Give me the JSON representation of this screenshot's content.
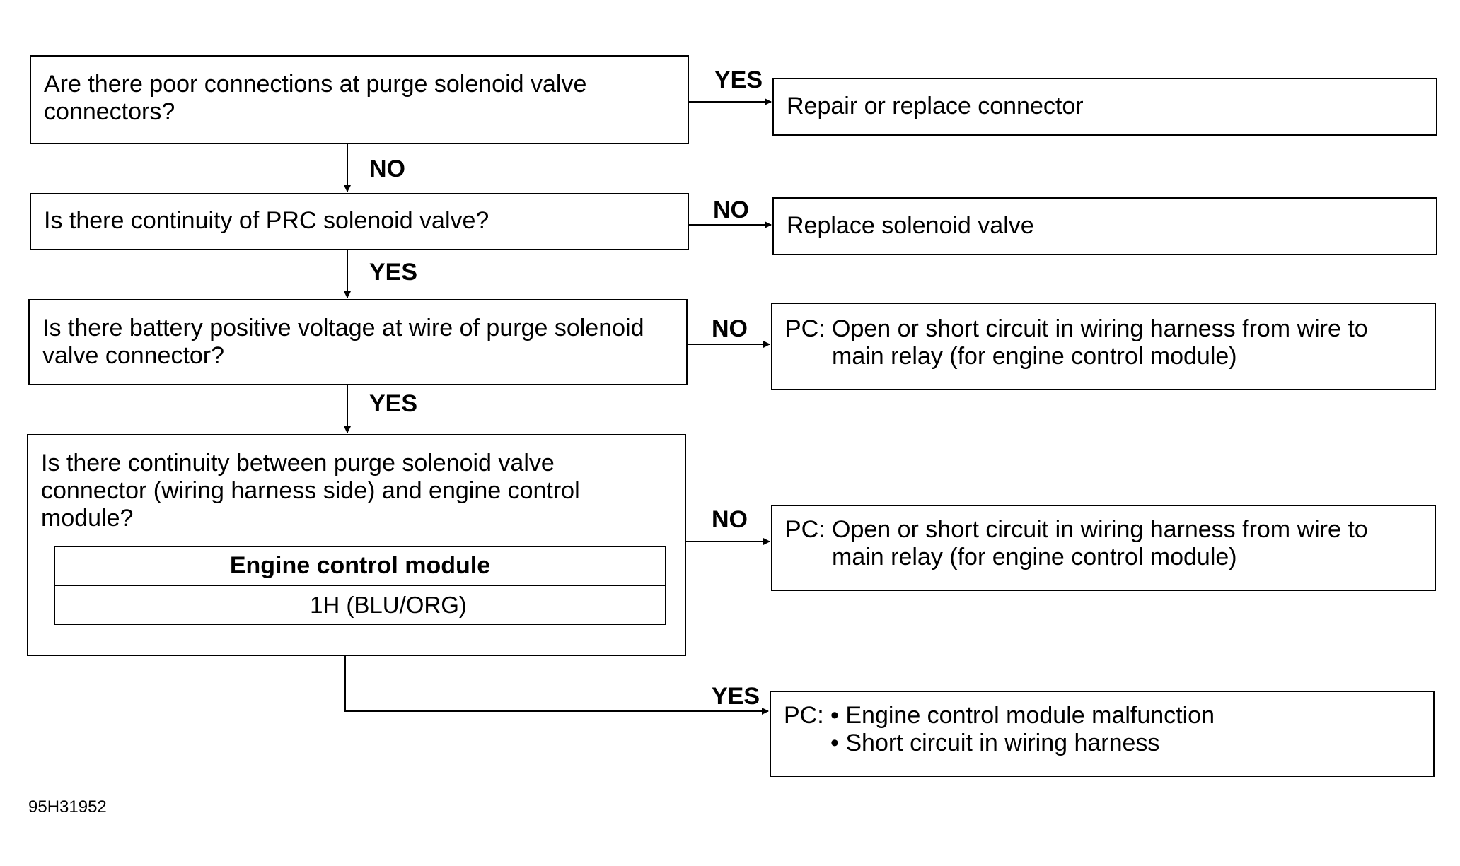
{
  "questions": {
    "q1": "Are there poor connections at purge solenoid valve\nconnectors?",
    "q2": "Is there continuity of PRC solenoid valve?",
    "q3": "Is there battery positive voltage at wire of purge solenoid\nvalve connector?",
    "q4": "Is there continuity between purge solenoid valve\nconnector (wiring harness side) and engine control\nmodule?"
  },
  "ecm_table": {
    "header": "Engine control module",
    "cell": "1H (BLU/ORG)"
  },
  "actions": {
    "a1": "Repair or replace connector",
    "a2": "Replace solenoid valve",
    "a3": {
      "prefix": "PC:",
      "text": "Open or short circuit in wiring harness from wire to\nmain relay (for engine control module)"
    },
    "a4": {
      "prefix": "PC:",
      "text": "Open or short circuit in wiring harness from wire to\nmain relay (for engine control module)"
    },
    "a5": {
      "prefix": "PC:",
      "items": [
        "Engine control module malfunction",
        "Short circuit in wiring harness"
      ]
    }
  },
  "branch_labels": {
    "q1_yes": "YES",
    "q1_no": "NO",
    "q2_no": "NO",
    "q2_yes": "YES",
    "q3_no": "NO",
    "q3_yes": "YES",
    "q4_no": "NO",
    "q4_yes": "YES"
  },
  "figure_id": "95H31952"
}
